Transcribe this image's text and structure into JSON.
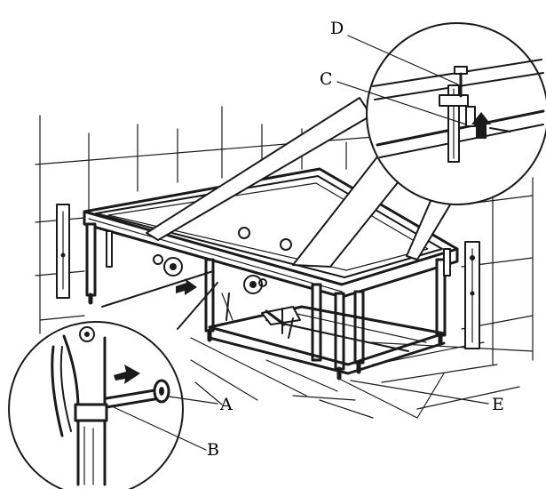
{
  "diagram": {
    "callouts": [
      {
        "id": "A",
        "label": "A"
      },
      {
        "id": "B",
        "label": "B"
      },
      {
        "id": "C",
        "label": "C"
      },
      {
        "id": "D",
        "label": "D"
      },
      {
        "id": "E",
        "label": "E"
      }
    ]
  },
  "colors": {
    "line": "#1a1a1a",
    "background": "#ffffff"
  }
}
